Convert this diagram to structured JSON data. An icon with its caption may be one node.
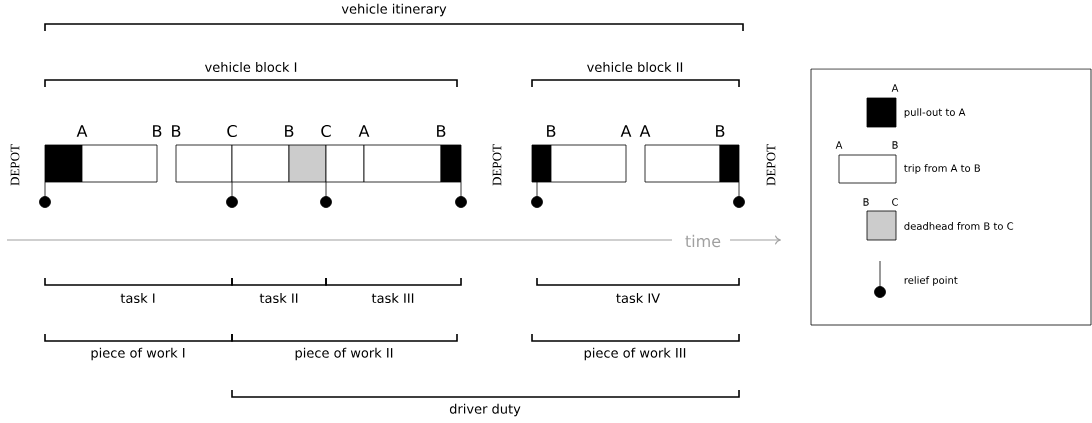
{
  "diagram": {
    "labels": [
      "vehicle itinerary",
      "vehicle block I",
      "vehicle block II",
      "A",
      "B",
      "B",
      "C",
      "B",
      "C",
      "A",
      "B",
      "B",
      "A",
      "A",
      "B",
      "DEPOT",
      "DEPOT",
      "DEPOT",
      "time",
      "task I",
      "task II",
      "task III",
      "task IV",
      "piece of work I",
      "piece of work II",
      "piece of work III",
      "driver duty",
      "A",
      "A",
      "B",
      "B",
      "C"
    ],
    "legend": [
      {
        "text": "pull-out to A",
        "color": "#000000"
      },
      {
        "text": "trip from A to B"
      },
      {
        "text": "deadhead from B to C",
        "color": "#cccccc"
      },
      {
        "text": "relief point"
      }
    ]
  }
}
